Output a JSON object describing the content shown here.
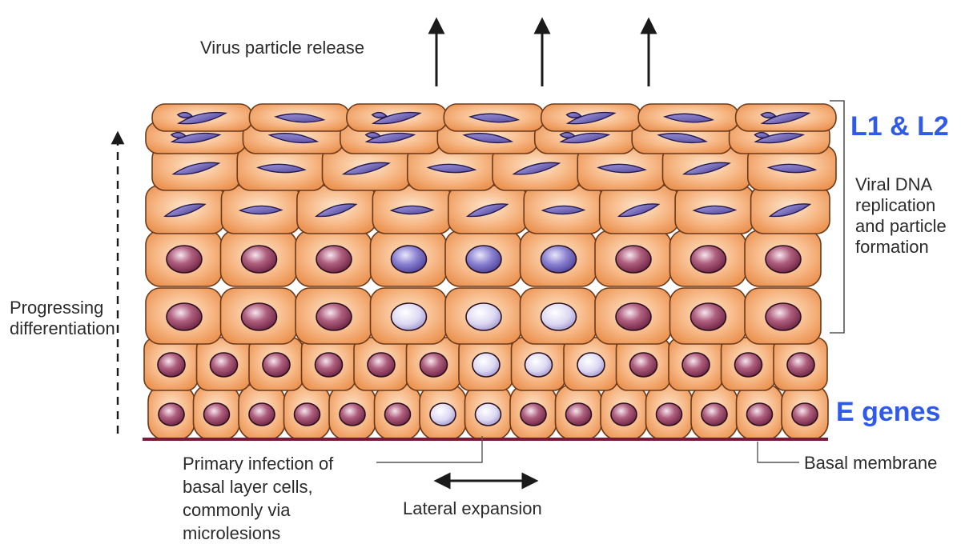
{
  "labels": {
    "release": "Virus particle release",
    "late_genes": "L1 & L2",
    "replication": [
      "Viral DNA",
      "replication",
      "and particle",
      "formation"
    ],
    "differentiation": [
      "Progressing",
      "differentiation"
    ],
    "early_genes": "E genes",
    "primary_infection": [
      "Primary infection of",
      "basal layer cells,",
      "commonly via",
      "microlesions"
    ],
    "lateral": "Lateral expansion",
    "basal_membrane": "Basal membrane"
  },
  "colors": {
    "cell_fill_outer": "#f0a060",
    "cell_fill_inner": "#fbe1c4",
    "cell_stroke": "#6b3a1c",
    "nucleus_normal": "#8c3a5c",
    "nucleus_infected": "#6a5eb8",
    "nucleus_pale": "#d8d4ee",
    "membrane": "#7a1a3a",
    "accent_blue": "#2f5be8",
    "text": "#2b2b2b"
  }
}
